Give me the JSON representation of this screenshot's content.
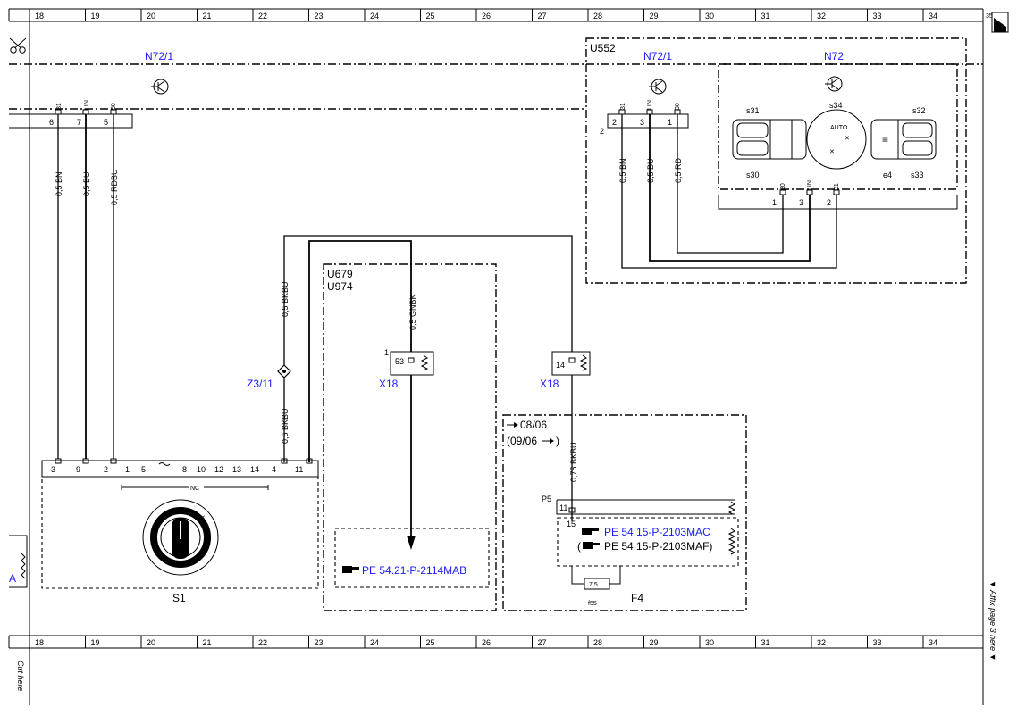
{
  "grid": {
    "columns": [
      "18",
      "19",
      "20",
      "21",
      "22",
      "23",
      "24",
      "25",
      "26",
      "27",
      "28",
      "29",
      "30",
      "31",
      "32",
      "33",
      "34"
    ],
    "page_marker": "35"
  },
  "margin": {
    "cut_here": "Cut here",
    "affix": "▼ Affix page 3 here ▼"
  },
  "left_edge_label": "A",
  "components": {
    "n72_1_left": {
      "label": "N72/1"
    },
    "u552": {
      "label": "U552"
    },
    "n72_1_right": {
      "label": "N72/1"
    },
    "n72": {
      "label": "N72",
      "switches": [
        "s31",
        "s34",
        "s32",
        "s30",
        "e4",
        "s33"
      ],
      "auto_label": "AUTO"
    },
    "u679": {
      "label_1": "U679",
      "label_2": "U974"
    },
    "z3_11": {
      "label": "Z3/11"
    },
    "x18_a": {
      "label": "X18",
      "pin": "53",
      "pin_no": "1"
    },
    "x18_b": {
      "label": "X18",
      "pin": "14"
    },
    "s1": {
      "label": "S1",
      "nc": "NC"
    },
    "f4": {
      "label": "F4",
      "fuse": "7,5",
      "fuse_id": "f55",
      "p5": "P5",
      "pin11": "11",
      "pin15": "15",
      "date_1": "08/06",
      "date_2": "(09/06",
      "date_2_end": ")"
    }
  },
  "pins": {
    "left_conn": [
      {
        "num": "6",
        "tag": "31"
      },
      {
        "num": "7",
        "tag": "LIN"
      },
      {
        "num": "5",
        "tag": "30"
      }
    ],
    "right_conn": [
      {
        "num": "2",
        "tag": "31"
      },
      {
        "num": "3",
        "tag": "LIN"
      },
      {
        "num": "1",
        "tag": "30"
      }
    ],
    "right_conn_side": "2",
    "n72_conn": [
      {
        "num": "1",
        "tag": "30"
      },
      {
        "num": "3",
        "tag": "LIN"
      },
      {
        "num": "2",
        "tag": "31"
      }
    ],
    "s1_row": [
      "3",
      "9",
      "2",
      "1",
      "5",
      "8",
      "10",
      "12",
      "13",
      "14",
      "4",
      "11"
    ]
  },
  "wires": {
    "w_left_1": "0,5 BN",
    "w_left_2": "0,5 BU",
    "w_left_3": "0,5 RDBU",
    "w_right_1": "0,5 BN",
    "w_right_2": "0,5 BU",
    "w_right_3": "0,5 RD",
    "w_bkbu_top": "0,5 BKBU",
    "w_bkbu_bot": "0,5 BKBU",
    "w_gnbk": "0,5 GNBK",
    "w_f4": "0,75 BKBU"
  },
  "references": {
    "ref_1": "PE 54.21-P-2114MAB",
    "ref_2": "PE 54.15-P-2103MAC",
    "ref_3": "PE 54.15-P-2103MAF)",
    "ref_3_open": "("
  },
  "colors": {
    "link_blue": "#1a1aff",
    "line": "#000000"
  }
}
